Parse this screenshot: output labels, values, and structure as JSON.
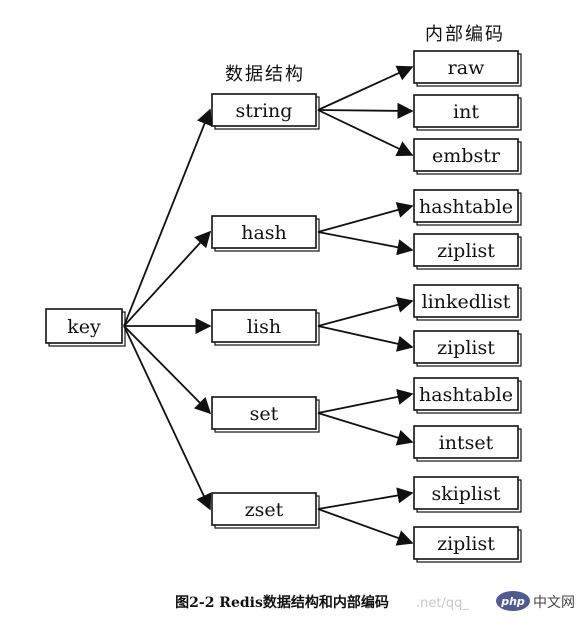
{
  "headers": {
    "data_structure": "数据结构",
    "internal_encoding": "内部编码"
  },
  "root": {
    "label": "key"
  },
  "types": [
    {
      "label": "string",
      "encodings": [
        "raw",
        "int",
        "embstr"
      ]
    },
    {
      "label": "hash",
      "encodings": [
        "hashtable",
        "ziplist"
      ]
    },
    {
      "label": "lish",
      "encodings": [
        "linkedlist",
        "ziplist"
      ]
    },
    {
      "label": "set",
      "encodings": [
        "hashtable",
        "intset"
      ]
    },
    {
      "label": "zset",
      "encodings": [
        "skiplist",
        "ziplist"
      ]
    }
  ],
  "caption": "图2-2   Redis数据结构和内部编码",
  "watermark": {
    "url": ".net/qq_",
    "logo_text": "php",
    "site_text": "中文网"
  }
}
